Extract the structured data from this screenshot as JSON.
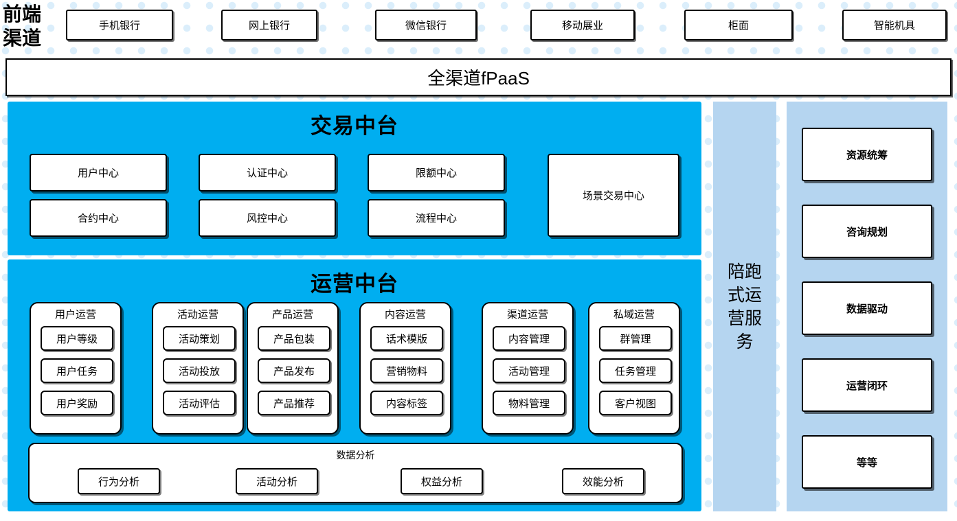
{
  "channels": {
    "label": "前端\n渠道",
    "label_line1": "前端",
    "label_line2": "渠道",
    "items": [
      {
        "label": "手机银行"
      },
      {
        "label": "网上银行"
      },
      {
        "label": "微信银行"
      },
      {
        "label": "移动展业"
      },
      {
        "label": "柜面"
      },
      {
        "label": "智能机具"
      }
    ]
  },
  "platform_bar": {
    "label": "全渠道fPaaS"
  },
  "trade_center": {
    "title": "交易中台",
    "boxes": [
      {
        "label": "用户中心"
      },
      {
        "label": "认证中心"
      },
      {
        "label": "限额中心"
      },
      {
        "label": "合约中心"
      },
      {
        "label": "风控中心"
      },
      {
        "label": "流程中心"
      },
      {
        "label": "场景交易中心"
      }
    ]
  },
  "ops_center": {
    "title": "运营中台",
    "columns": [
      {
        "title": "用户运营",
        "items": [
          "用户等级",
          "用户任务",
          "用户奖励"
        ]
      },
      {
        "title": "活动运营",
        "items": [
          "活动策划",
          "活动投放",
          "活动评估"
        ]
      },
      {
        "title": "产品运营",
        "items": [
          "产品包装",
          "产品发布",
          "产品推荐"
        ]
      },
      {
        "title": "内容运营",
        "items": [
          "话术模版",
          "营销物料",
          "内容标签"
        ]
      },
      {
        "title": "渠道运营",
        "items": [
          "内容管理",
          "活动管理",
          "物料管理"
        ]
      },
      {
        "title": "私域运营",
        "items": [
          "群管理",
          "任务管理",
          "客户视图"
        ]
      }
    ],
    "data_analysis": {
      "title": "数据分析",
      "items": [
        "行为分析",
        "活动分析",
        "权益分析",
        "效能分析"
      ]
    }
  },
  "service_strip": {
    "label": "陪跑式运营服务"
  },
  "capabilities": {
    "items": [
      {
        "label": "资源统筹"
      },
      {
        "label": "咨询规划"
      },
      {
        "label": "数据驱动"
      },
      {
        "label": "运营闭环"
      },
      {
        "label": "等等"
      }
    ]
  },
  "colors": {
    "accent_cyan": "#00aef0",
    "panel_light_blue": "#b5d5f0",
    "dot_pattern": "#dbeefb",
    "box_border": "#000000",
    "box_fill": "#ffffff"
  }
}
